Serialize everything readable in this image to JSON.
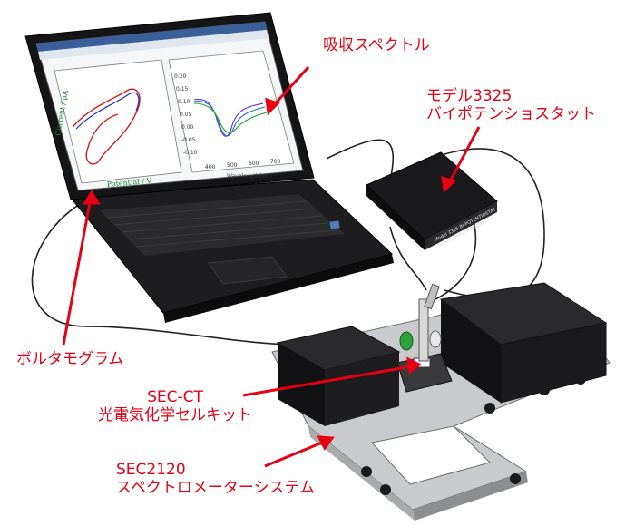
{
  "callouts": {
    "absorption": [
      "吸収スペクトル"
    ],
    "bipotentiostat": [
      "モデル3325",
      "バイポテンショスタット"
    ],
    "voltammogram": [
      "ボルタモグラム"
    ],
    "cell": [
      "SEC-CT",
      "光電気化学セルキット"
    ],
    "spectrometer": [
      "SEC2120",
      "スペクトロメーターシステム"
    ]
  },
  "plots": {
    "cv": {
      "ylabel": "Current / μA",
      "xlabel": "Potential / V"
    },
    "spectrum": {
      "xlabel": "Wavelength(nm)",
      "xticks": [
        "400",
        "500",
        "600",
        "700"
      ],
      "yticks": [
        "0.20",
        "0.15",
        "0.10",
        "0.05",
        "0.00",
        "-0.05",
        "-0.10"
      ]
    }
  },
  "device": {
    "label_line1": "Model 3325 BI-POTENTIOSTAT",
    "label_line2": "for SEC2000 and SEC2020"
  },
  "colors": {
    "callout": "#e60012",
    "arrow": "#e60012"
  }
}
